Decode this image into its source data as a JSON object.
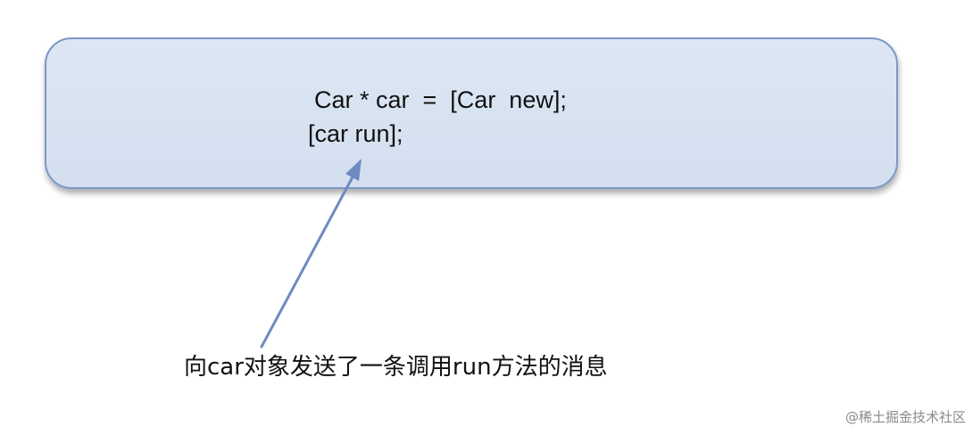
{
  "code": {
    "line_1": "Car * car  =  [Car  new];",
    "line_2": "[car run];"
  },
  "caption": "向car对象发送了一条调用run方法的消息",
  "watermark": "@稀土掘金技术社区",
  "colors": {
    "box_fill": "#d7e2f0",
    "box_border": "#7b98c9",
    "arrow": "#6f8ac0",
    "text": "#111111",
    "watermark": "#8a8a8a"
  }
}
